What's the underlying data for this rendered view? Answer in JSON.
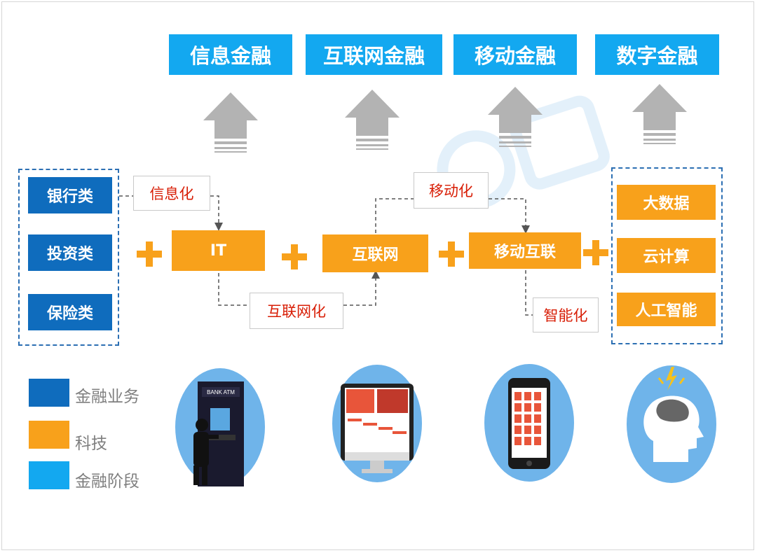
{
  "stages": [
    "信息金融",
    "互联网金融",
    "移动金融",
    "数字金融"
  ],
  "business": [
    "银行类",
    "投资类",
    "保险类"
  ],
  "tech": {
    "it": "IT",
    "internet": "互联网",
    "mobile": "移动互联"
  },
  "tech_right": [
    "大数据",
    "云计算",
    "人工智能"
  ],
  "transitions": {
    "info": "信息化",
    "internet": "互联网化",
    "mobile": "移动化",
    "smart": "智能化"
  },
  "legend": [
    {
      "label": "金融业务",
      "color": "#0f6cbd"
    },
    {
      "label": "科技",
      "color": "#f8a11b"
    },
    {
      "label": "金融阶段",
      "color": "#13a8f0"
    }
  ],
  "atm_label": "BANK ATM",
  "colors": {
    "arrow": "#b3b3b3",
    "circle": "#6fb4ea",
    "dashed": "#2c6fb3",
    "label_text": "#d81e06"
  }
}
